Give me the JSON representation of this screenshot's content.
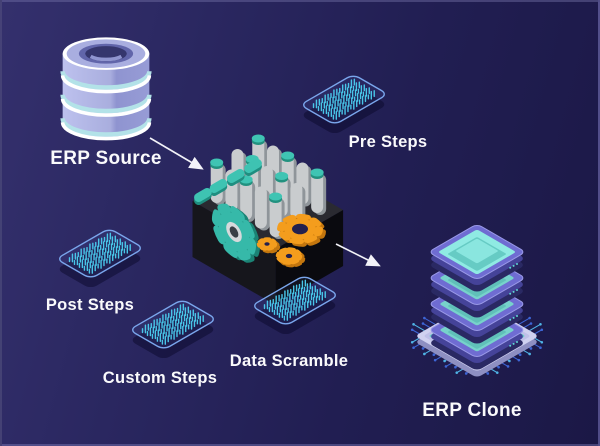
{
  "diagram": {
    "title": "ERP cloning process diagram",
    "nodes": {
      "erp_source": {
        "label": "ERP Source",
        "icon": "database-icon"
      },
      "transform_engine": {
        "label": "",
        "icon": "engine-gears-icon"
      },
      "pre_steps": {
        "label": "Pre Steps",
        "icon": "code-card-icon"
      },
      "post_steps": {
        "label": "Post Steps",
        "icon": "code-card-icon"
      },
      "custom_steps": {
        "label": "Custom Steps",
        "icon": "code-card-icon"
      },
      "data_scramble": {
        "label": "Data Scramble",
        "icon": "code-card-icon"
      },
      "erp_clone": {
        "label": "ERP Clone",
        "icon": "cpu-stack-icon"
      }
    },
    "edges": [
      {
        "from": "erp_source",
        "to": "transform_engine"
      },
      {
        "from": "transform_engine",
        "to": "erp_clone"
      }
    ]
  },
  "colors": {
    "bg_start": "#34306d",
    "bg_end": "#1b1846",
    "label_white": "#fafafc",
    "arrow_white": "#f2f2f8",
    "chip_outline": "#7aa6ec",
    "dash_cyan": "#49c6e9",
    "card_shadow": "rgba(10,8,42,0.5)",
    "teal": "#36b9a9",
    "teal_dark": "#1b8375",
    "orange": "#f49d1d",
    "orange_dark": "#c3760e",
    "pill_gray": "#c9ccce",
    "pill_shadow": "#8f959a",
    "db_lavender": "#aaafe0",
    "db_band_teal": "#b3e2e8",
    "trace_blue": "#3d65d6",
    "trace_cyan": "#4fb4e6",
    "plate_lavender": "#d0d1f0",
    "tray_indigo": "#6f6cd2",
    "tray_teal": "#77d2cb"
  }
}
